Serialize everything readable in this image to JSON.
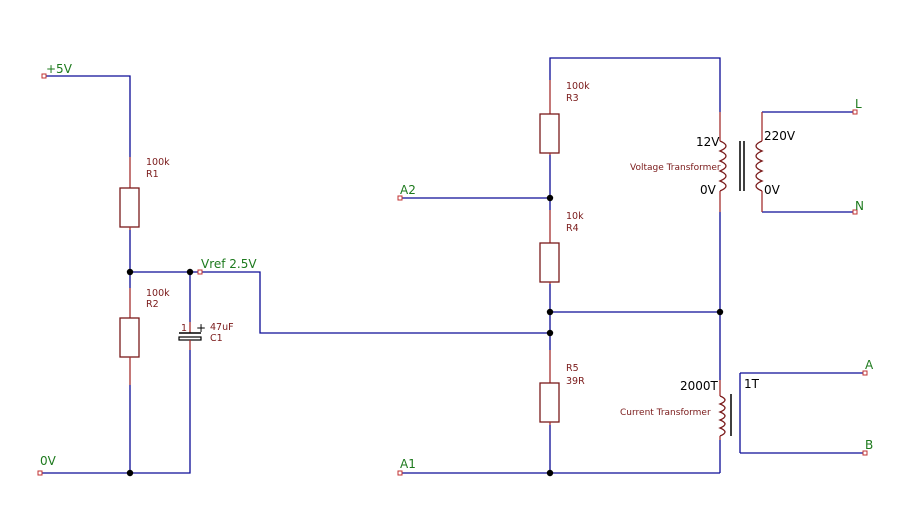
{
  "nets": {
    "supply": "+5V",
    "ground": "0V",
    "vref": "Vref 2.5V",
    "a2": "A2",
    "a1": "A1",
    "line": "L",
    "neutral": "N",
    "ct_a": "A",
    "ct_b": "B"
  },
  "components": {
    "r1": {
      "value": "100k",
      "ref": "R1"
    },
    "r2": {
      "value": "100k",
      "ref": "R2"
    },
    "c1": {
      "value": "47uF",
      "ref": "C1",
      "pin1": "1",
      "plus": "+"
    },
    "r3": {
      "value": "100k",
      "ref": "R3"
    },
    "r4": {
      "value": "10k",
      "ref": "R4"
    },
    "r5": {
      "ref": "R5",
      "value": "39R"
    },
    "vt": {
      "name": "Voltage Transformer",
      "sec_top": "12V",
      "sec_bot": "0V",
      "pri_top": "220V",
      "pri_bot": "0V"
    },
    "ct": {
      "name": "Current Transformer",
      "sec_turns": "2000T",
      "pri_turns": "1T"
    }
  },
  "colors": {
    "wire": "#0c0c96",
    "component": "#7a1a1a",
    "net_label": "#1d7a1d",
    "junction": "#000000"
  }
}
